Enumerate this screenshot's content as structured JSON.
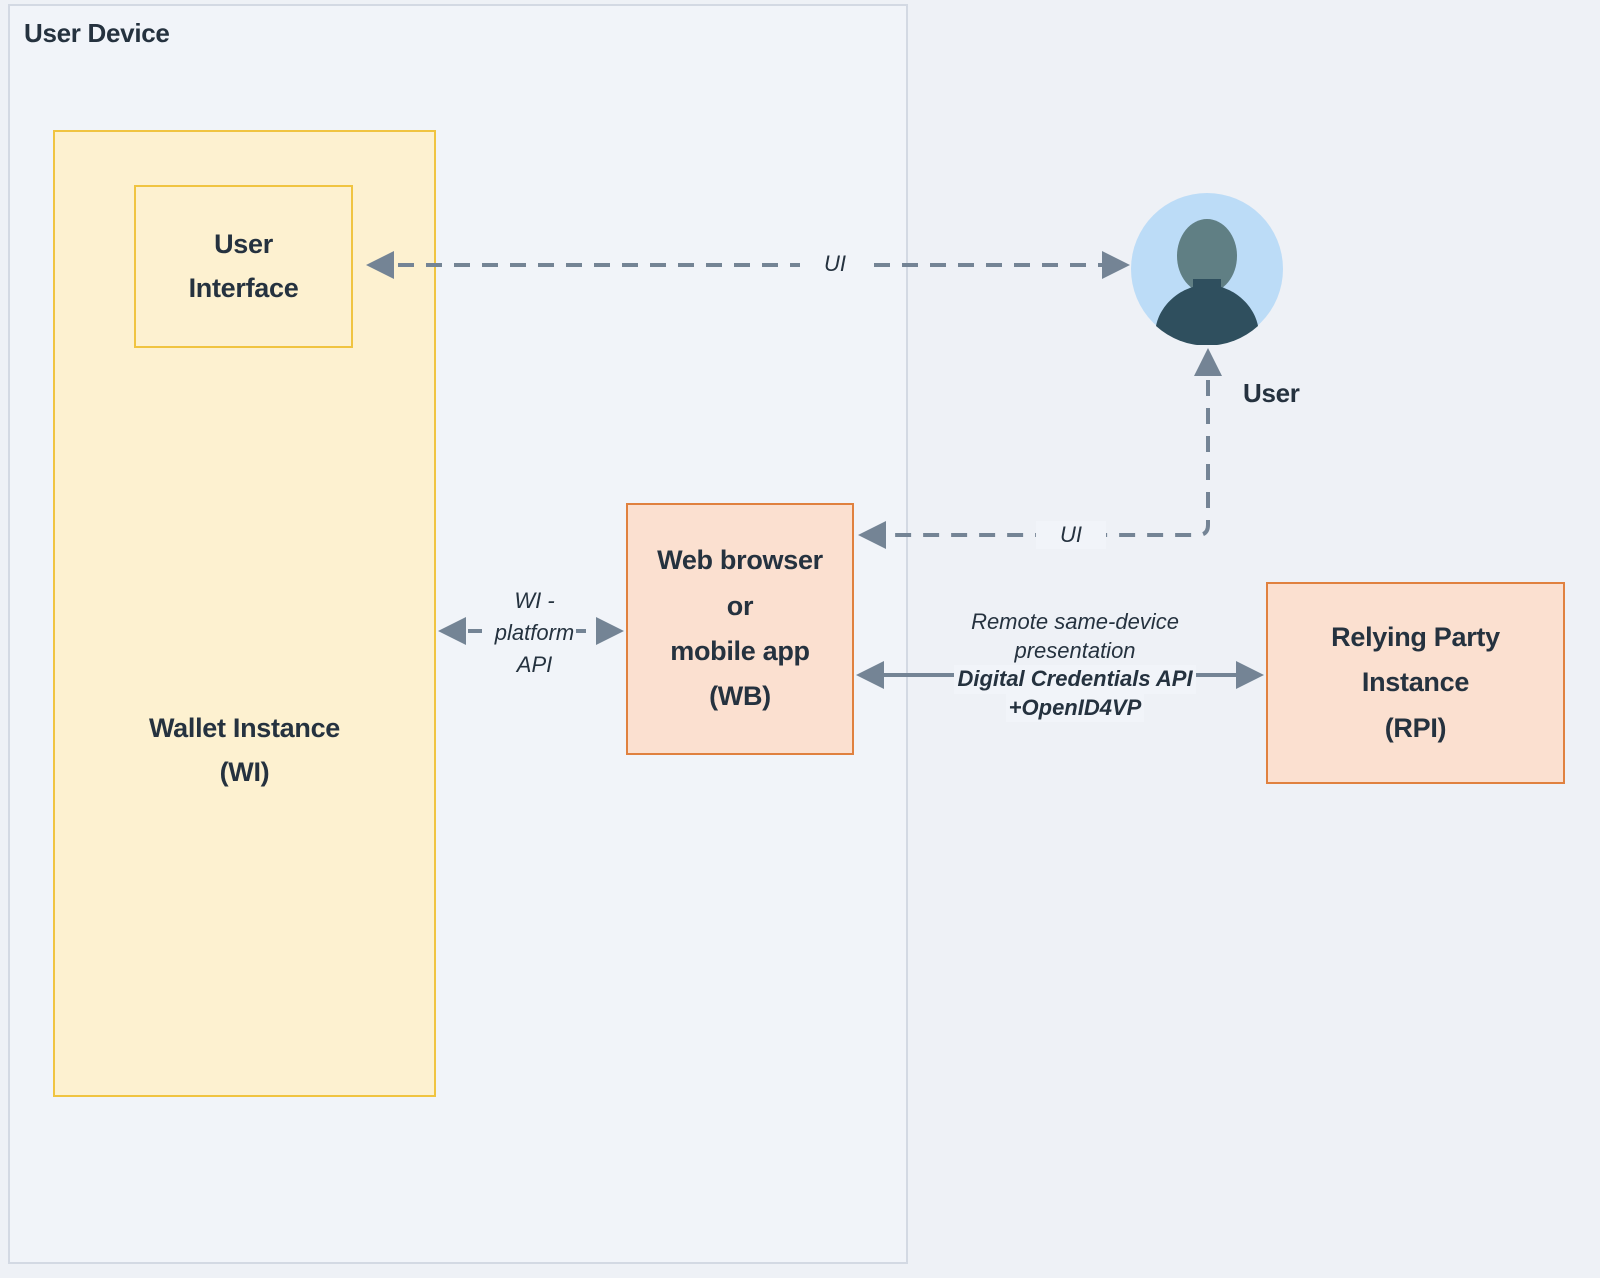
{
  "colors": {
    "page_background": "#eef1f6",
    "container_background": "#f1f4f9",
    "container_border": "#d3d9e3",
    "wallet_fill": "#fdf1d0",
    "wallet_border": "#f0c441",
    "browser_fill": "#fbe0d0",
    "browser_border": "#e0813f",
    "text": "#25323f",
    "arrow": "#748495",
    "avatar_circle": "#bcdcf7",
    "avatar_head": "#607f84",
    "avatar_body": "#2f4f5e"
  },
  "container": {
    "title": "User Device"
  },
  "nodes": {
    "wallet_instance": {
      "line1": "Wallet Instance",
      "line2": "(WI)"
    },
    "user_interface": {
      "line1": "User",
      "line2": "Interface"
    },
    "web_browser": {
      "line1": "Web browser",
      "line2": "or",
      "line3": "mobile app",
      "line4": "(WB)"
    },
    "relying_party": {
      "line1": "Relying Party",
      "line2": "Instance",
      "line3": "(RPI)"
    },
    "user": {
      "label": "User",
      "icon": "user-avatar-icon"
    }
  },
  "edges": {
    "ui_top": {
      "label": "UI",
      "style": "dashed",
      "direction": "bidirectional",
      "from": "user_interface",
      "to": "user"
    },
    "ui_bottom": {
      "label": "UI",
      "style": "dashed",
      "direction": "bidirectional",
      "from": "user",
      "to": "web_browser"
    },
    "wi_platform_api": {
      "line1": "WI -",
      "line2": "platform",
      "line3": "API",
      "style": "dashed",
      "direction": "bidirectional",
      "from": "wallet_instance",
      "to": "web_browser"
    },
    "remote_presentation": {
      "line1": "Remote same-device",
      "line2": "presentation",
      "line3": "Digital Credentials API",
      "line4": "+OpenID4VP",
      "style": "solid",
      "direction": "bidirectional",
      "from": "web_browser",
      "to": "relying_party"
    }
  }
}
